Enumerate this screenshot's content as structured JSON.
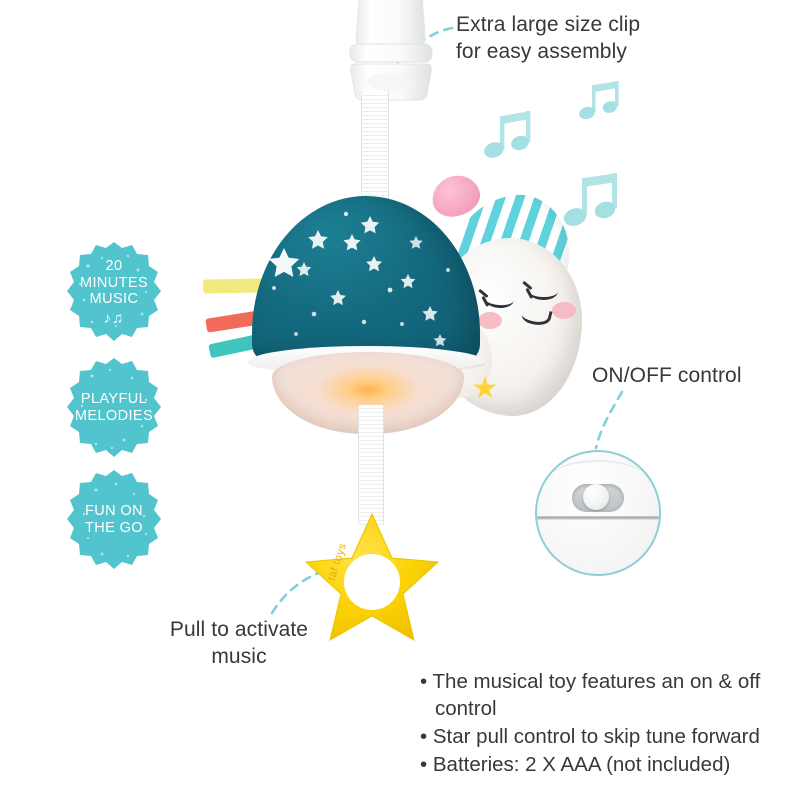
{
  "page": {
    "title": "Musical Toy Product Infographic",
    "background_color": "#ffffff",
    "text_color": "#383838",
    "accent_color": "#52c4ce",
    "leader_line_color": "#7fd2d8"
  },
  "callouts": {
    "clip": "Extra large size clip\nfor easy assembly",
    "onoff": "ON/OFF control",
    "pull": "Pull to activate\nmusic"
  },
  "badges": [
    {
      "label": "20\nMINUTES\nMUSIC",
      "notes": "♪♫",
      "color": "#52c4ce"
    },
    {
      "label": "PLAYFUL\nMELODIES",
      "notes": "",
      "color": "#52c4ce"
    },
    {
      "label": "FUN ON\nTHE GO",
      "notes": "",
      "color": "#52c4ce"
    }
  ],
  "features": [
    "The musical toy features an on & off control",
    "Star pull control to skip tune forward",
    "Batteries: 2 X AAA (not included)"
  ],
  "product": {
    "brand_mark": "taf toys",
    "dome_color": "#14697e",
    "moon_color": "#f6f3ef",
    "cap_stripe_color": "#5fd3dd",
    "pompom_color": "#f5a8c3",
    "star_teether_color": "#fcd307",
    "moon_star_color": "#ffd338",
    "night_light_color": "#ffb24d",
    "music_note_color": "#b2e4e5",
    "ribbons": [
      {
        "name": "ribbon-yellow",
        "color": "#f2ea7f"
      },
      {
        "name": "ribbon-coral",
        "color": "#f26a5a"
      },
      {
        "name": "ribbon-teal",
        "color": "#3fc5bd"
      }
    ],
    "moon_star_glyph": "★",
    "music_note_glyph": "♫"
  }
}
